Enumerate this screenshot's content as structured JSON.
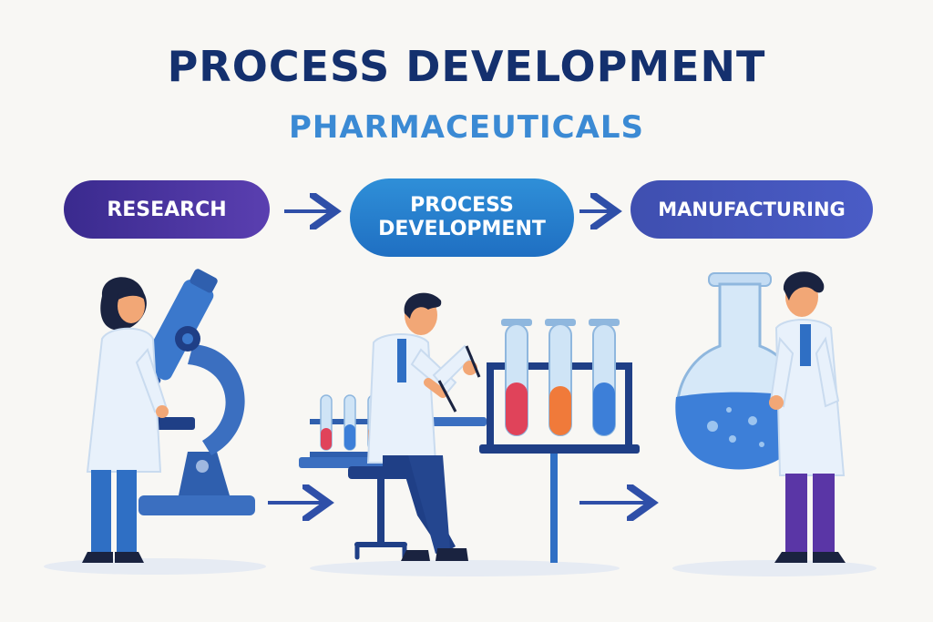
{
  "header": {
    "title": "PROCESS DEVELOPMENT",
    "subtitle": "PHARMACEUTICALS"
  },
  "flow": {
    "steps": [
      {
        "label": "RESEARCH"
      },
      {
        "label": "PROCESS DEVELOPMENT"
      },
      {
        "label": "MANUFACTURING"
      }
    ]
  },
  "colors": {
    "title": "#14306e",
    "subtitle": "#3b8ad4",
    "arrow": "#2f4fa8",
    "coat": "#e8f1fb",
    "blue": "#2f6fc4",
    "liquid_red": "#e0435a",
    "liquid_orange": "#f07a3a",
    "liquid_blue": "#3d7fd8"
  }
}
